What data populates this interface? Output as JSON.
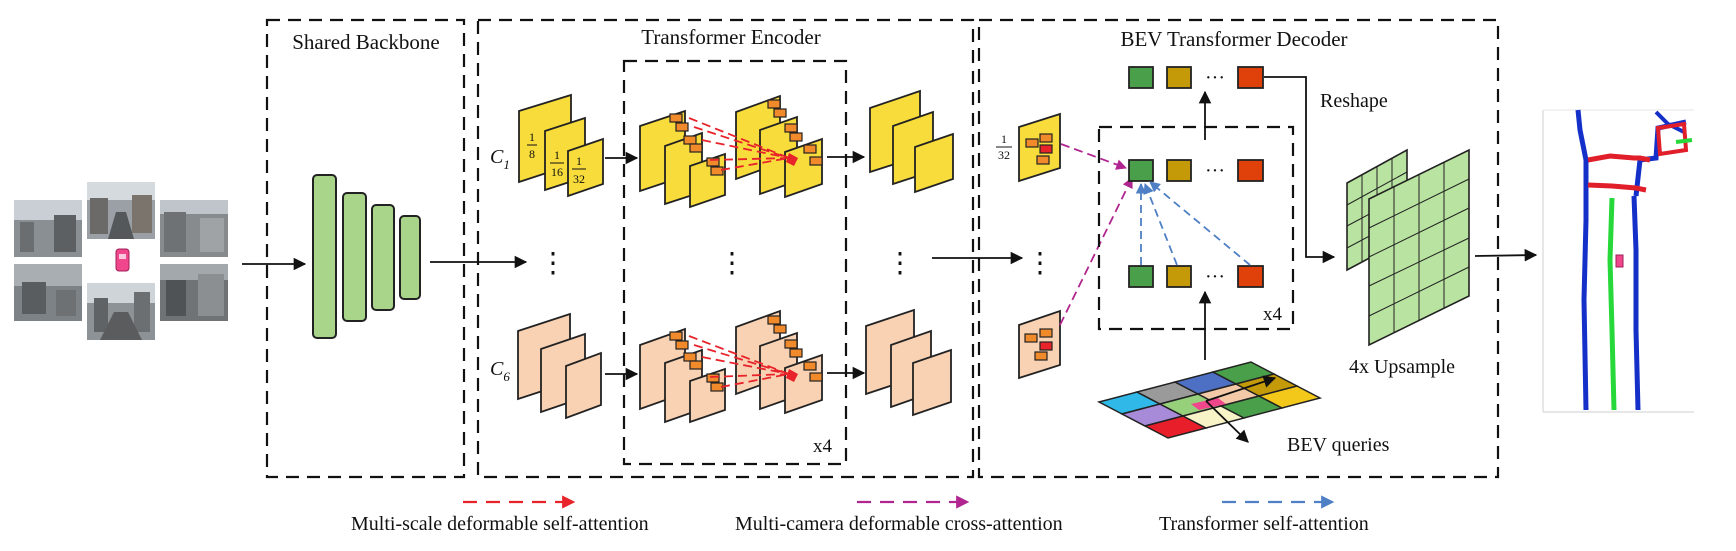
{
  "sections": {
    "backbone": "Shared Backbone",
    "encoder": "Transformer Encoder",
    "decoder": "BEV Transformer Decoder"
  },
  "labels": {
    "c1": "C",
    "c1_sub": "1",
    "c6": "C",
    "c6_sub": "6",
    "scale_8_num": "1",
    "scale_8_den": "8",
    "scale_16_num": "1",
    "scale_16_den": "16",
    "scale_32_num": "1",
    "scale_32_den": "32",
    "dec_scale_num": "1",
    "dec_scale_den": "32",
    "ellipsis_h": "···",
    "ellipsis_v": "⋮",
    "x4": "x4",
    "reshape": "Reshape",
    "upsample": "4x Upsample",
    "bev_queries": "BEV queries"
  },
  "legend": {
    "self_attn": "Multi-scale deformable self-attention",
    "cross_attn": "Multi-camera deformable cross-attention",
    "transformer_attn": "Transformer self-attention"
  },
  "colors": {
    "yellow": "#f7dc3c",
    "peach": "#f9d2b4",
    "green": "#a8d58a",
    "red_dash": "#e8232a",
    "magenta_dash": "#b0258f",
    "blue_dash": "#4f7fc4",
    "token_green": "#4aa04a",
    "token_gold": "#c59a08",
    "token_red": "#e0400a",
    "map_blue": "#1530c8",
    "map_red": "#e01f2a",
    "map_green": "#27d83a"
  }
}
